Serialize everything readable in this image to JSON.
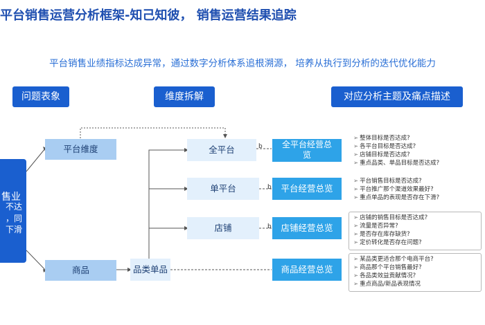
{
  "title": "平台销售运营分析框架-知己知彼， 销售运营结果追踪",
  "subtitle": "平台销售业绩指标达成异常，通过数字分析体系追根溯源， 培养从执行到分析的迭代优化能力",
  "headers": {
    "problem": "问题表象",
    "dimension": "维度拆解",
    "topics": "对应分析主题及痛点描述"
  },
  "left_panel": {
    "line1": "售业",
    "line2": "不达",
    "line3": "，同",
    "line4": "下滑"
  },
  "dimensions": {
    "platform_dim": "平台维度",
    "goods": "商品",
    "category_item": "品类单品",
    "all_platform": "全平台",
    "single_platform": "单平台",
    "store": "店铺"
  },
  "connector_b": "b",
  "topics": {
    "all_line1": "全平台经营总",
    "all_line2": "览",
    "single": "平台经营总览",
    "store": "店铺经营总览",
    "goods": "商品经营总览"
  },
  "bullets": {
    "all": [
      "整体目标是否达成?",
      "各平台目标是否达成?",
      "店铺目标是否达成?",
      "重点品类、单品目标是否达成?"
    ],
    "single": [
      "平台销售目标是否达成?",
      "平台推广那个渠道效果最好?",
      "重点单品的表现是否存在下滑?"
    ],
    "store": [
      "店铺的销售目标是否达成?",
      "流量是否异常?",
      "是否存在库存缺货?",
      "定价转化是否存在问题?"
    ],
    "goods": [
      "某品类更适合那个电商平台?",
      "商品那个平台销售最好?",
      "各品类效益贡献情况?",
      "重点商品/新品表现情况"
    ]
  }
}
